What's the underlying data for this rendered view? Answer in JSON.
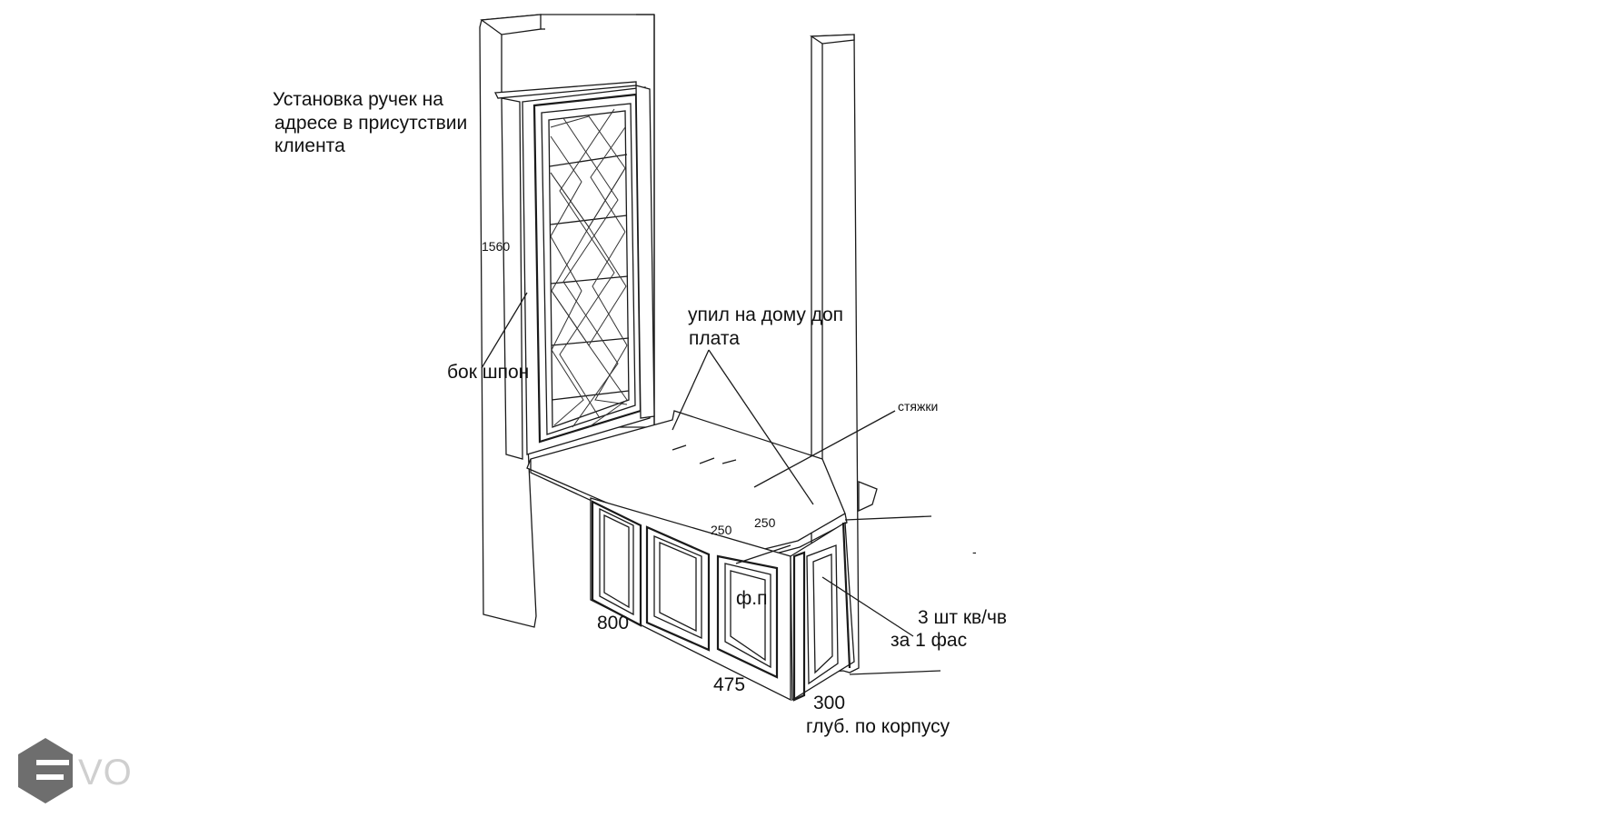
{
  "annotations": {
    "handles_note": [
      " Установка ручек на",
      "адресе  в присутствии",
      "клиента"
    ],
    "height_label": "1560",
    "side_veneer": "бок шпон",
    "trim_note": [
      "упил на дому доп",
      "плата"
    ],
    "ties": "стяжки",
    "dim_250_a": "250",
    "dim_250_b": "250",
    "fp_label": "ф.п",
    "hinges_note": [
      "3 шт кв/чв",
      "за 1 фас"
    ],
    "dim_800": "800",
    "dim_475": "475",
    "dim_300": "300",
    "depth_note": "глуб. по корпусу",
    "dash": "-"
  },
  "logo": {
    "text": "VO",
    "color": "#6e6e6e"
  }
}
